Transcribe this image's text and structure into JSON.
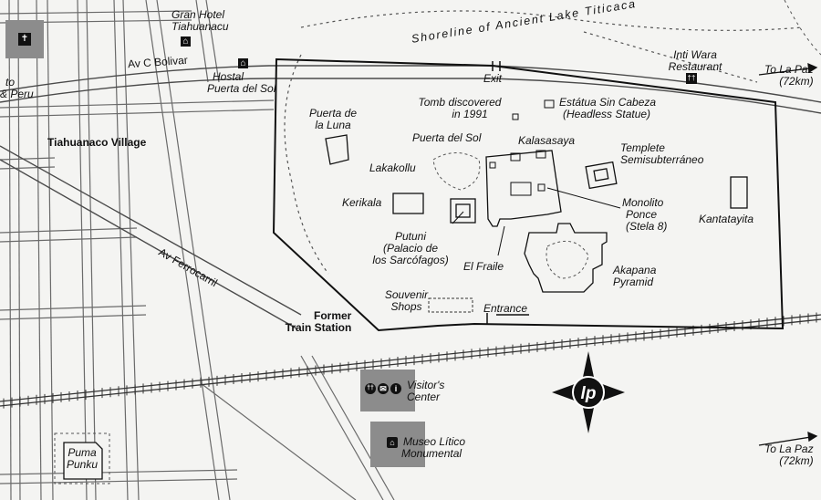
{
  "labels": {
    "shoreline": "Shoreline of Ancient Lake Titicaca",
    "gran_hotel_1": "Gran Hotel",
    "gran_hotel_2": "Tiahuanacu",
    "hostal_1": "Hostal",
    "hostal_2": "Puerta del Sol",
    "av_bolivar": "Av C Bolivar",
    "to_left_1": "to",
    "to_left_2": "& Peru",
    "village": "Tiahuanaco Village",
    "av_ferrocarril": "Av Ferrocarril",
    "former_1": "Former",
    "former_2": "Train Station",
    "puerta_luna_1": "Puerta de",
    "puerta_luna_2": "la Luna",
    "lakakollu": "Lakakollu",
    "kerikala": "Kerikala",
    "putuni_1": "Putuni",
    "putuni_2": "(Palacio de",
    "putuni_3": "los Sarcófagos)",
    "puerta_sol": "Puerta del Sol",
    "tomb_1": "Tomb discovered",
    "tomb_2": "in 1991",
    "exit": "Exit",
    "estatua_1": "Estátua Sin Cabeza",
    "estatua_2": "(Headless Statue)",
    "kalasasaya": "Kalasasaya",
    "templete_1": "Templete",
    "templete_2": "Semisubterráneo",
    "monolito_1": "Monolito",
    "monolito_2": "Ponce",
    "monolito_3": "(Stela 8)",
    "kantatayita": "Kantatayita",
    "el_fraile": "El Fraile",
    "akapana_1": "Akapana",
    "akapana_2": "Pyramid",
    "souvenir_1": "Souvenir",
    "souvenir_2": "Shops",
    "entrance": "Entrance",
    "inti_1": "Inti Wara",
    "inti_2": "Restaurant",
    "to_la_paz_1a": "To La Paz",
    "to_la_paz_1b": "(72km)",
    "visitor_1": "Visitor's",
    "visitor_2": "Center",
    "museo_1": "Museo Lítico",
    "museo_2": "Monumental",
    "puma_1": "Puma",
    "puma_2": "Punku",
    "to_la_paz_2a": "To La Paz",
    "to_la_paz_2b": "(72km)"
  },
  "icons": {
    "hotel": "home-icon",
    "church": "church-icon",
    "restaurant": "restaurant-icon",
    "toilet": "toilet-icon",
    "post": "post-office-icon",
    "info": "info-icon",
    "museum": "museum-icon",
    "compass": "lonely-planet-compass-icon"
  },
  "glyphs": {
    "logo": "lp",
    "info": "i",
    "toilet": "††",
    "post": "✉",
    "museum": "⌂",
    "restaurant": "††",
    "church": "✝"
  },
  "colors": {
    "building_fill": "#8c8c8c",
    "ink": "#111111"
  }
}
